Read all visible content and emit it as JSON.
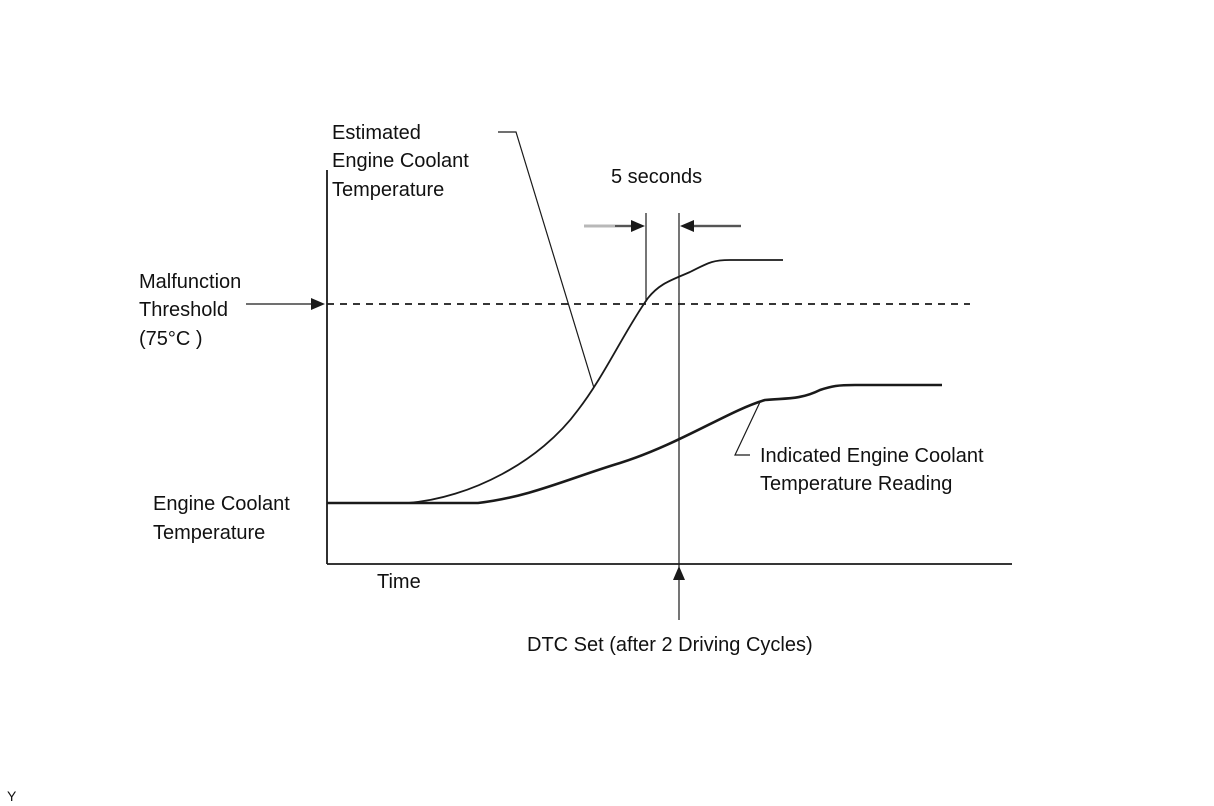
{
  "labels": {
    "estimated_line1": "Estimated",
    "estimated_line2": "Engine Coolant",
    "estimated_line3": "Temperature",
    "interval": "5 seconds",
    "threshold_line1": "Malfunction",
    "threshold_line2": "Threshold",
    "threshold_line3": "(75°C )",
    "y_axis_line1": "Engine Coolant",
    "y_axis_line2": "Temperature",
    "x_axis": "Time",
    "indicated_line1": "Indicated Engine Coolant",
    "indicated_line2": "Temperature Reading",
    "dtc": "DTC Set (after 2 Driving Cycles)",
    "corner_code": "Y"
  },
  "colors": {
    "line": "#1a1a1a",
    "interval_bar": "#b8b8b8",
    "background": "#ffffff"
  }
}
